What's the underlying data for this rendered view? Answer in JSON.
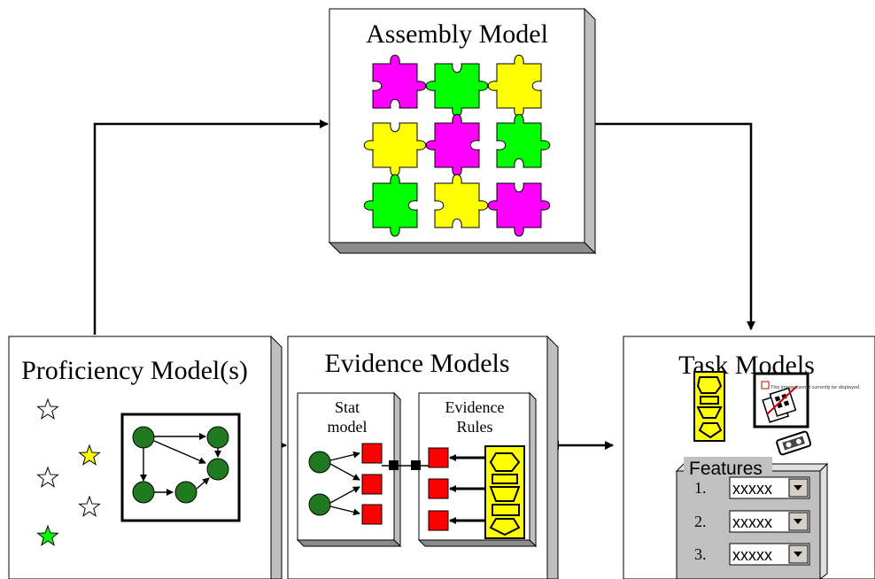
{
  "assembly": {
    "title": "Assembly Model"
  },
  "proficiency": {
    "title": "Proficiency Model(s)"
  },
  "evidence": {
    "title": "Evidence Models",
    "stat_label_line1": "Stat",
    "stat_label_line2": "model",
    "rules_label_line1": "Evidence",
    "rules_label_line2": "Rules"
  },
  "task": {
    "title": "Task Models",
    "broken_image_text": "This image cannot currently be displayed.",
    "features": {
      "label": "Features",
      "items": [
        {
          "num": "1.",
          "value": "xxxxx"
        },
        {
          "num": "2.",
          "value": "xxxxx"
        },
        {
          "num": "3.",
          "value": "xxxxx"
        }
      ]
    }
  },
  "colors": {
    "magenta": "#ff00ff",
    "green": "#00ff00",
    "yellow": "#ffff00",
    "node_green": "#1f7a1f",
    "red": "#ff0000",
    "panel_gray": "#c0c0c0"
  },
  "puzzle_grid": [
    [
      "magenta",
      "green",
      "yellow"
    ],
    [
      "yellow",
      "magenta",
      "green"
    ],
    [
      "green",
      "yellow",
      "magenta"
    ]
  ],
  "stars": [
    "white",
    "yellow",
    "white",
    "white",
    "green"
  ],
  "icons": {
    "puzzle": "puzzle-piece-icon",
    "star": "star-icon",
    "flowchart": "flowchart-icon",
    "broken_image": "broken-image-icon",
    "video_tape": "video-tape-icon",
    "dropdown_arrow": "dropdown-arrow-icon"
  }
}
